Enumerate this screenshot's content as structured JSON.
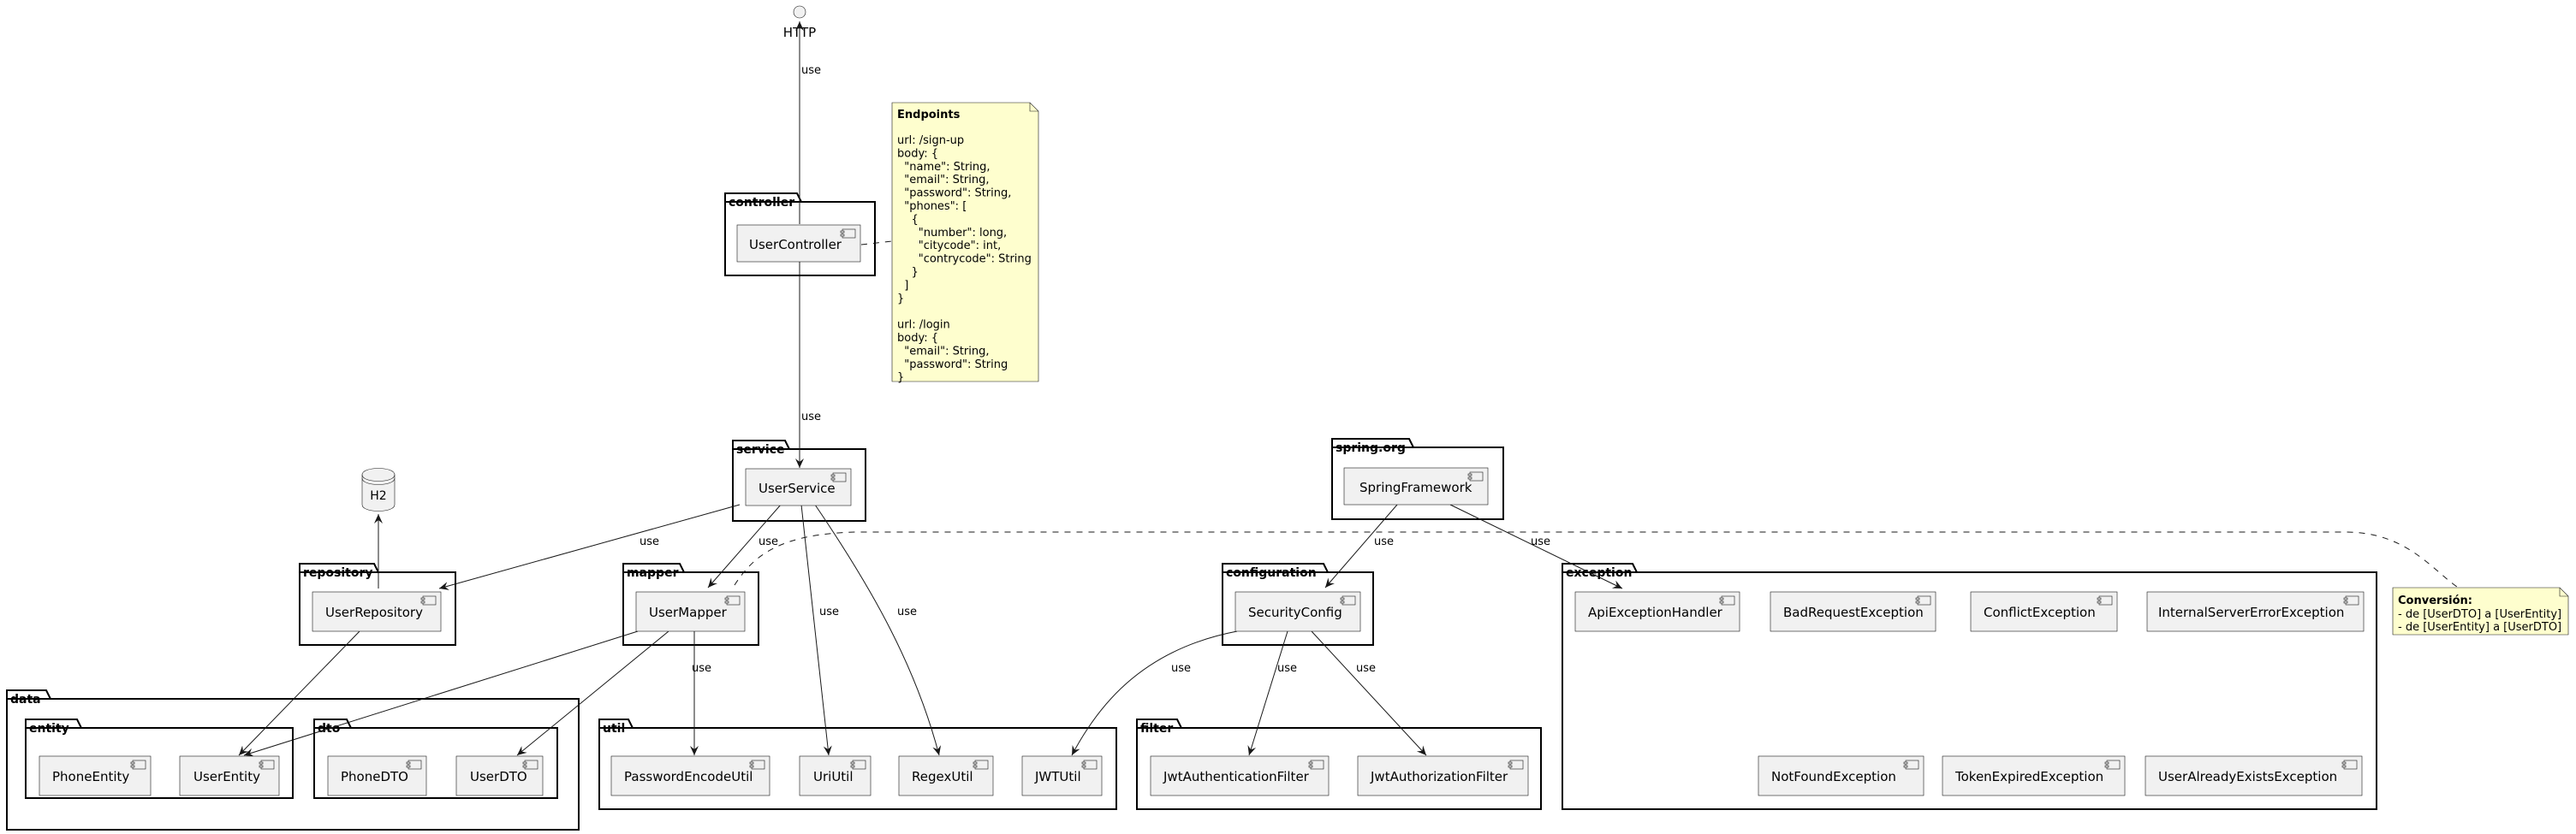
{
  "interfaces": {
    "http": "HTTP"
  },
  "database": {
    "h2": "H2"
  },
  "packages": {
    "controller": "controller",
    "service": "service",
    "spring_org": "spring.org",
    "repository": "repository",
    "mapper": "mapper",
    "configuration": "configuration",
    "exception": "exception",
    "data": "data",
    "entity": "entity",
    "dto": "dto",
    "util": "util",
    "filter": "filter"
  },
  "components": {
    "user_controller": "UserController",
    "user_service": "UserService",
    "spring_framework": "SpringFramework",
    "user_repository": "UserRepository",
    "user_mapper": "UserMapper",
    "security_config": "SecurityConfig",
    "api_exception_handler": "ApiExceptionHandler",
    "bad_request_exception": "BadRequestException",
    "conflict_exception": "ConflictException",
    "internal_server_error_exception": "InternalServerErrorException",
    "not_found_exception": "NotFoundException",
    "token_expired_exception": "TokenExpiredException",
    "user_already_exists_exception": "UserAlreadyExistsException",
    "phone_entity": "PhoneEntity",
    "user_entity": "UserEntity",
    "phone_dto": "PhoneDTO",
    "user_dto": "UserDTO",
    "password_encode_util": "PasswordEncodeUtil",
    "uri_util": "UriUtil",
    "regex_util": "RegexUtil",
    "jwt_util": "JWTUtil",
    "jwt_authentication_filter": "JwtAuthenticationFilter",
    "jwt_authorization_filter": "JwtAuthorizationFilter"
  },
  "edge_label": "use",
  "notes": {
    "endpoints": {
      "title": "Endpoints",
      "lines": [
        "url: /sign-up",
        "body: {",
        "  \"name\": String,",
        "  \"email\": String,",
        "  \"password\": String,",
        "  \"phones\": [",
        "    {",
        "      \"number\": long,",
        "      \"citycode\": int,",
        "      \"contrycode\": String",
        "    }",
        "  ]",
        "}",
        "",
        "url: /login",
        "body: {",
        "  \"email\": String,",
        "  \"password\": String",
        "}"
      ]
    },
    "conversion": {
      "title": "Conversión:",
      "lines": [
        "- de [UserDTO] a [UserEntity]",
        "- de [UserEntity] a [UserDTO]"
      ]
    }
  }
}
